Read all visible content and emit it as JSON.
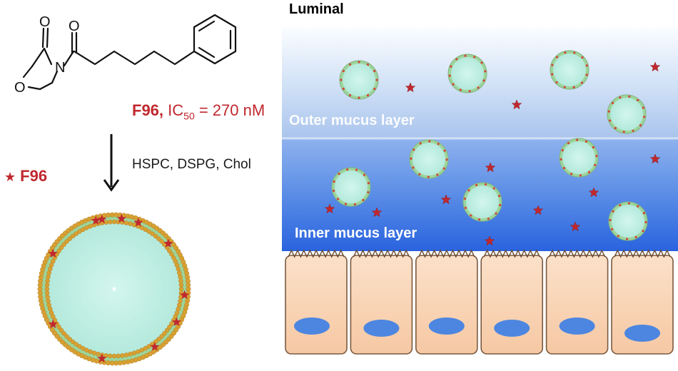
{
  "colors": {
    "accent_red": "#c0282e",
    "vesicle_fill": "#bdeee2",
    "vesicle_ring": "#9dd49b",
    "bead": "#d9a132",
    "cell_fill": "#f9d2b3",
    "nucleus": "#4d86e0",
    "outer_mucus_top": "#fdfeff",
    "inner_mucus_bottom": "#2a63df"
  },
  "molecule": {
    "label_name": "F96,",
    "label_ic": "IC",
    "label_sub": "50",
    "label_value": " = 270 nM",
    "atoms": [
      "O",
      "O",
      "N",
      "O"
    ]
  },
  "arrow": {
    "reagents": "HSPC, DSPG, Chol"
  },
  "legend": {
    "symbol_icon": "red-star-icon",
    "label": "F96"
  },
  "mucus": {
    "title": "Luminal",
    "outer_label": "Outer mucus layer",
    "inner_label": "Inner mucus layer"
  },
  "epithelium": {
    "cell_count": 6
  }
}
